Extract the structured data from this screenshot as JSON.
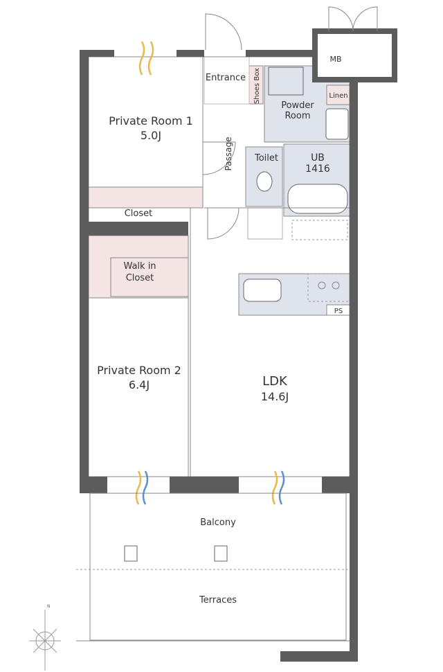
{
  "colors": {
    "wall": "#5c5c5c",
    "closet": "#f4e4e4",
    "wet_area": "#dfe3ec",
    "line": "#888888"
  },
  "rooms": {
    "private_room_1": {
      "name": "Private Room 1",
      "size": "5.0J"
    },
    "closet": {
      "name": "Closet"
    },
    "walk_in_closet": {
      "name_line1": "Walk in",
      "name_line2": "Closet"
    },
    "private_room_2": {
      "name": "Private Room 2",
      "size": "6.4J"
    },
    "ldk": {
      "name": "LDK",
      "size": "14.6J"
    },
    "entrance": {
      "name": "Entrance"
    },
    "shoes_box": {
      "name": "Shoes Box"
    },
    "powder_room": {
      "name_line1": "Powder",
      "name_line2": "Room"
    },
    "linen": {
      "name": "Linen"
    },
    "passage": {
      "name": "Passage"
    },
    "toilet": {
      "name": "Toilet"
    },
    "ub": {
      "name": "UB",
      "size": "1416"
    },
    "mb": {
      "name": "MB"
    },
    "ps": {
      "name": "PS"
    },
    "balcony": {
      "name": "Balcony"
    },
    "terraces": {
      "name": "Terraces"
    }
  },
  "compass": {
    "north": "N"
  }
}
